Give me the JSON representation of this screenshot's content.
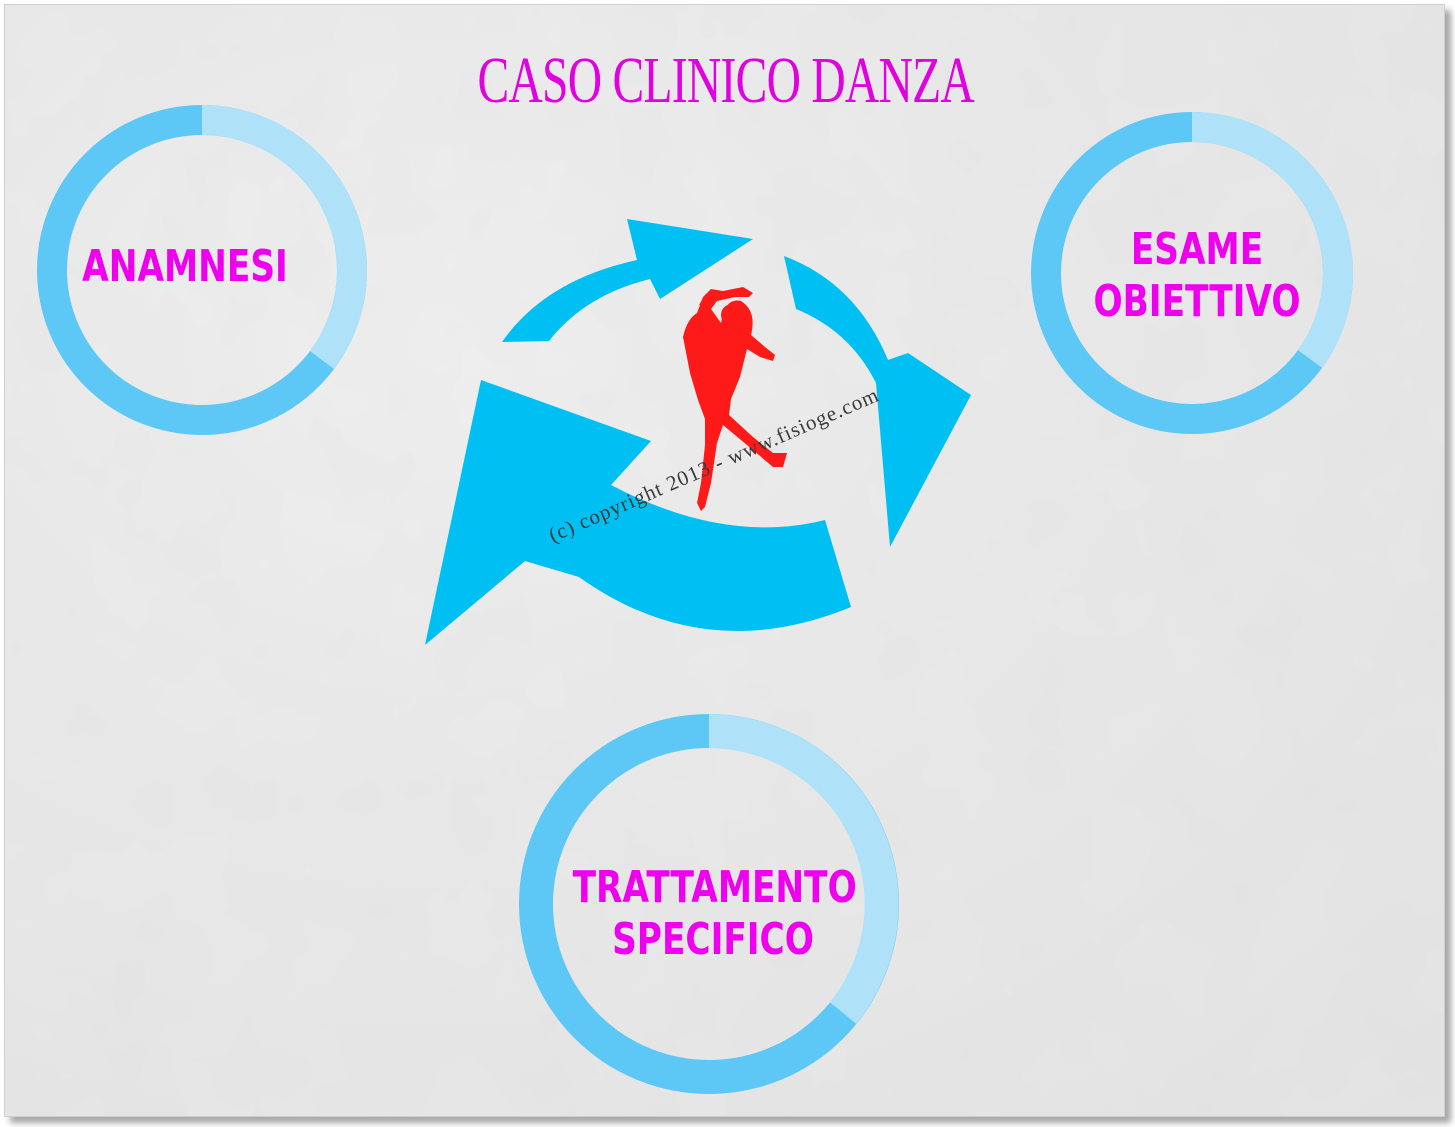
{
  "title": "CASO CLINICO DANZA",
  "steps": [
    {
      "label_line1": "ANAMNESI",
      "label_line2": ""
    },
    {
      "label_line1": "ESAME",
      "label_line2": "OBIETTIVO"
    },
    {
      "label_line1": "TRATTAMENTO",
      "label_line2": "SPECIFICO"
    }
  ],
  "watermark": "(c) copyright 2013 - www.fisioge.com",
  "colors": {
    "title": "#e000e0",
    "labels": "#ee00ee",
    "ring_dark": "#5dc8f5",
    "ring_light": "#afe2f8",
    "arrows": "#00bff3",
    "dancer": "#ff1a1a"
  },
  "icons": [
    "cycle-arrows-icon",
    "dancer-silhouette-icon"
  ]
}
